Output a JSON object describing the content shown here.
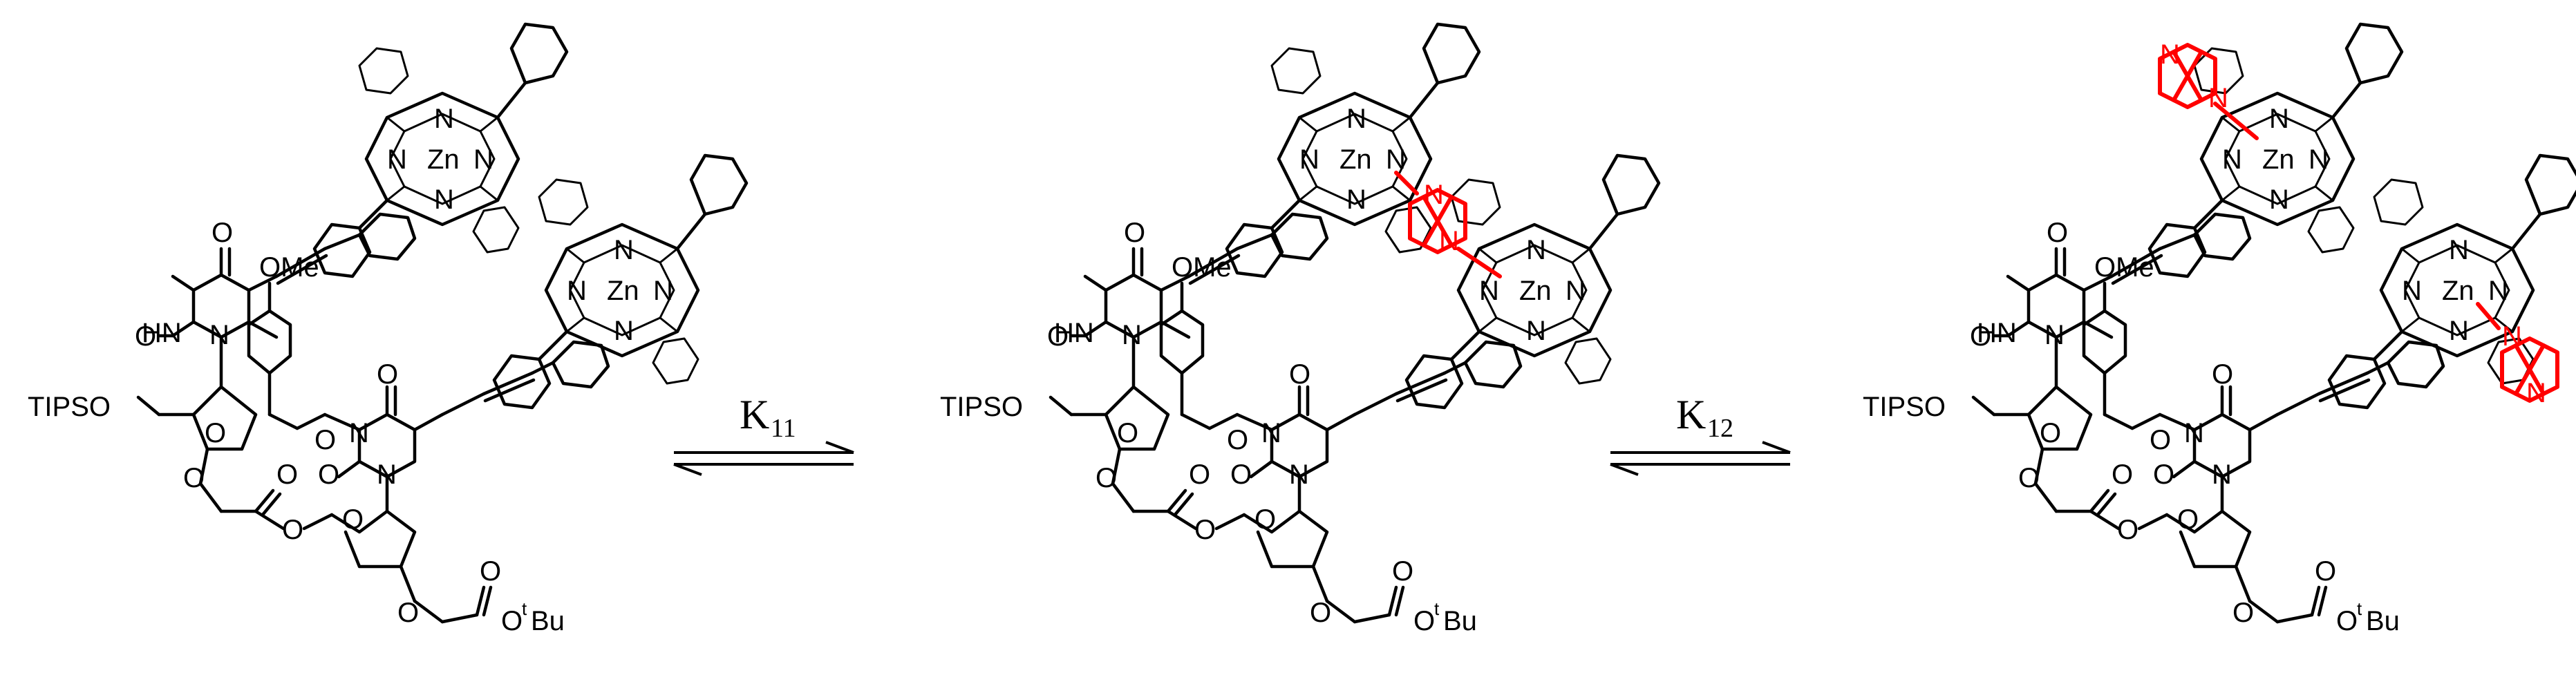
{
  "equilibria": [
    {
      "k_main": "K",
      "k_sub": "11"
    },
    {
      "k_main": "K",
      "k_sub": "12"
    }
  ],
  "labels": {
    "tipso": "TIPSO",
    "ome": "OMe",
    "zn": "Zn",
    "n": "N",
    "o": "O",
    "hn": "HN",
    "o_tbu_prefix": "O",
    "tbu_sup": "t",
    "tbu": "Bu"
  },
  "colors": {
    "structure": "#000000",
    "ligand": "#ff0000",
    "background": "#ffffff"
  }
}
